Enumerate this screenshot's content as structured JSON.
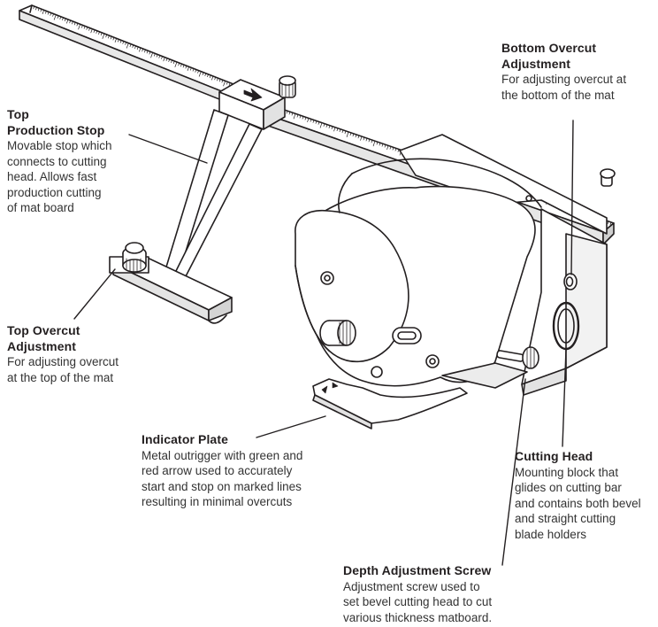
{
  "callouts": {
    "top_production_stop": {
      "title": [
        "Top",
        "Production Stop"
      ],
      "desc": [
        "Movable stop which",
        "connects to cutting",
        "head. Allows fast",
        "production cutting",
        "of mat board"
      ]
    },
    "top_overcut": {
      "title": [
        "Top Overcut",
        "Adjustment"
      ],
      "desc": [
        "For adjusting overcut",
        "at the top of the mat"
      ]
    },
    "bottom_overcut": {
      "title": [
        "Bottom Overcut",
        "Adjustment"
      ],
      "desc": [
        "For adjusting overcut at",
        "the bottom of the mat"
      ]
    },
    "indicator_plate": {
      "title": [
        "Indicator Plate"
      ],
      "desc": [
        "Metal outrigger with green and",
        "red arrow used to accurately",
        "start and stop on marked lines",
        "resulting in minimal overcuts"
      ]
    },
    "cutting_head": {
      "title": [
        "Cutting Head"
      ],
      "desc": [
        "Mounting block that",
        "glides on cutting bar",
        "and contains both bevel",
        "and straight cutting",
        "blade holders"
      ]
    },
    "depth_adjustment": {
      "title": [
        "Depth Adjustment Screw"
      ],
      "desc": [
        "Adjustment screw used to",
        "set bevel cutting head to cut",
        "various thickness matboard."
      ]
    }
  },
  "colors": {
    "ink": "#231f20",
    "fill": "#ffffff",
    "shade": "#d9d9d9"
  }
}
